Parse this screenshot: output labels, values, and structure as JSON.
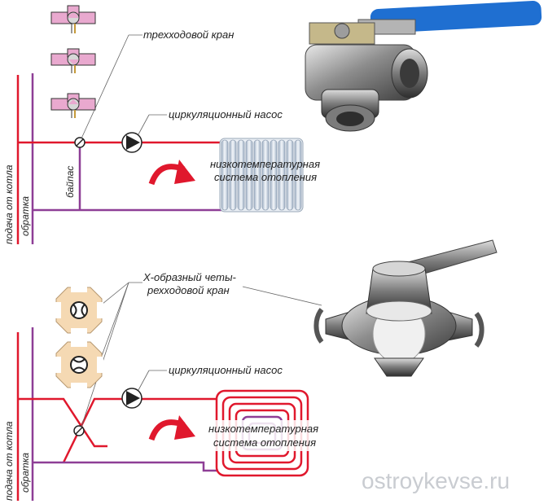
{
  "top": {
    "valve_label": "трехходовой кран",
    "pump_label": "циркуляционный насос",
    "heating_label_1": "низкотемпературная",
    "heating_label_2": "система отопления",
    "bypass_label": "байпас",
    "supply_label": "подача от котла",
    "return_label": "обратка"
  },
  "bottom": {
    "valve_label_1": "Х-образный четы-",
    "valve_label_2": "рехходовой кран",
    "pump_label": "циркуляционный насос",
    "heating_label_1": "низкотемпературная",
    "heating_label_2": "система отопления",
    "supply_label": "подача от котла",
    "return_label": "обратка"
  },
  "watermark": "ostroykevse.ru",
  "colors": {
    "supply": "#e0182d",
    "return": "#8e3e96",
    "valve_pink": "#e9a9cf",
    "handle_blue": "#1f6fd1",
    "arrow": "#e0182d"
  }
}
